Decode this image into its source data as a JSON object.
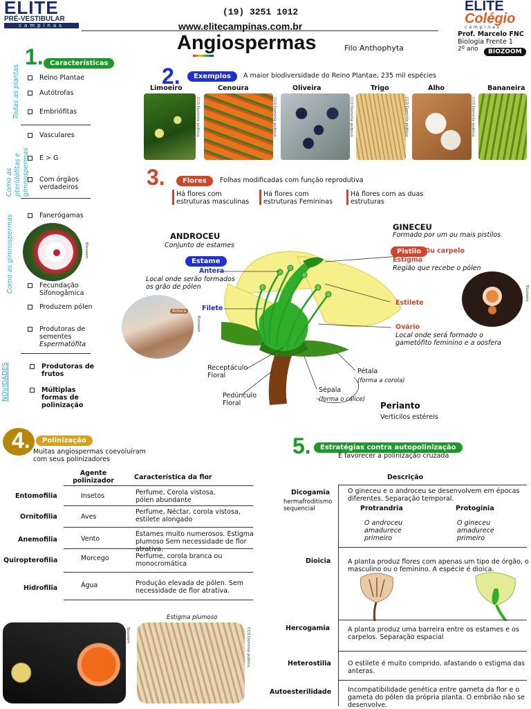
{
  "header": {
    "logo_elite": "ELITE",
    "logo_sub1": "PRÉ-VESTIBULAR",
    "logo_sub2": "campinas",
    "phone": "(19) 3251 1012",
    "website": "www.elitecampinas.com.br",
    "title": "Angiospermas",
    "subtitle": "Filo Anthophyta",
    "right_logo1": "ELITE",
    "right_logo2": "Colégio",
    "right_logo3": "campinas",
    "prof": "Prof. Marcelo FNC",
    "course": "Biologia Frente 1",
    "year": "2º ano",
    "biozoom": "BIOZOOM"
  },
  "section1": {
    "num": "1.",
    "label": "Características",
    "group1_label": "Todas as plantas",
    "group2_label": "Como as pteridófitas e gimnospermas",
    "group3_label": "Como as gimnospermas",
    "group4_label": "NOVIDADES",
    "items": [
      "Reino Plantae",
      "Autótrofas",
      "Embriófitas",
      "Vasculares",
      "E > G",
      "Com órgãos verdadeiros",
      "Fanerógamas",
      "Fecundação Sifonogâmica",
      "Produzem pólen",
      "Produtoras de sementes",
      "Espermatófita",
      "Produtoras de frutos",
      "Múltiplas formas de polinização"
    ],
    "photo_credit": "Biozoom"
  },
  "section2": {
    "num": "2.",
    "label": "Exemplos",
    "text": "A maior biodiversidade do Reino Plantae, 235 mil espécies",
    "examples": [
      "Limoeiro",
      "Cenoura",
      "Oliveira",
      "Trigo",
      "Alho",
      "Bananeira"
    ],
    "credit": "CC0 Domínio público"
  },
  "section3": {
    "num": "3.",
    "label": "Flores",
    "text": "Folhas modificadas com função reprodutiva",
    "types": [
      "Há flores com estruturas masculinas",
      "Há flores com estruturas Femininas",
      "Há flores com as duas estruturas"
    ]
  },
  "flower": {
    "androceu": "ANDROCEU",
    "androceu_desc": "Conjunto de estames",
    "estame": "Estame",
    "antera": "Antera",
    "antera_desc": "Local onde serão formados os grão de pólen",
    "filete": "Filete",
    "gineceu": "GINECEU",
    "gineceu_desc": "Formado por um ou mais pistilos",
    "pistilo": "Pistilo",
    "ou_carpelo": "Ou carpelo",
    "estigma": "Estigma",
    "estigma_desc": "Região que recebe o pólen",
    "estilete": "Estilete",
    "ovario": "Ovário",
    "ovario_desc": "Local onde será formado o gametófito feminino e a oosfera",
    "receptaculo": "Receptáculo Floral",
    "pedunculo": "Pedúnculo Floral",
    "sepala": "Sépala",
    "sepala_desc": "(forma o cálice)",
    "petala": "Pétala",
    "petala_desc": "(forma a corola)",
    "perianto": "Perianto",
    "perianto_desc": "Verticilos estéreis",
    "antera_photo_label": "Antera",
    "credit": "Biozoom"
  },
  "section4": {
    "num": "4.",
    "label": "Polinização",
    "text": "Muitas angiospermas coevoluíram com seus polinizadores",
    "headers": [
      "Agente polinizador",
      "Característica da flor"
    ],
    "rows": [
      {
        "name": "Entomofilia",
        "agent": "Insetos",
        "desc": "Perfume, Corola vistosa, pólen abundante"
      },
      {
        "name": "Ornitofilia",
        "agent": "Aves",
        "desc": "Perfume, Néctar, corola vistosa, estilete alongado"
      },
      {
        "name": "Anemofilia",
        "agent": "Vento",
        "desc": "Estames muito numerosos. Estigma plumoso Sem necessidade de flor atrativa."
      },
      {
        "name": "Quiropterofilia",
        "agent": "Morcego",
        "desc": "Perfume, corola branca ou monocromática"
      },
      {
        "name": "Hidrofilia",
        "agent": "Água",
        "desc": "Produção elevada de pólen. Sem necessidade de flor atrativa."
      }
    ],
    "photo_caption": "Estigma plumoso",
    "credit1": "Biozoom",
    "credit2": "CC0 Domínio público"
  },
  "section5": {
    "num": "5.",
    "label": "Estratégias contra autopolinização",
    "text": "É favorecer a polinização cruzada",
    "header": "Descrição",
    "dicogamia": "Dicogamia",
    "dicogamia_sub": "hermafroditismo sequencial",
    "dicogamia_desc": "O gineceu e o androceu se desenvolvem em épocas diferentes. Separação temporal.",
    "protandria": "Protrandria",
    "protandria_desc": "O androceu amadurece primeiro",
    "protoginia": "Protoginia",
    "protoginia_desc": "O gineceu amadurece primeiro",
    "dioicia": "Dioicia",
    "dioicia_desc": "A planta produz flores com apenas um tipo de órgão, o masculino ou o feminino. A espécie é dioica.",
    "hercogamia": "Hercogamia",
    "hercogamia_desc": "A planta produz uma barreira entre os estames e os carpelos. Separação espacial",
    "heterostilia": "Heterostilia",
    "heterostilia_desc": "O estilete é muito comprido, afastando o estigma das anteras.",
    "autoesterilidade": "Autoesterilidade",
    "autoesterilidade_desc": "Incompatibilidade genética entre  gameta da flor e o gameta do pólen da própria planta. O embrião não se desenvolve."
  }
}
